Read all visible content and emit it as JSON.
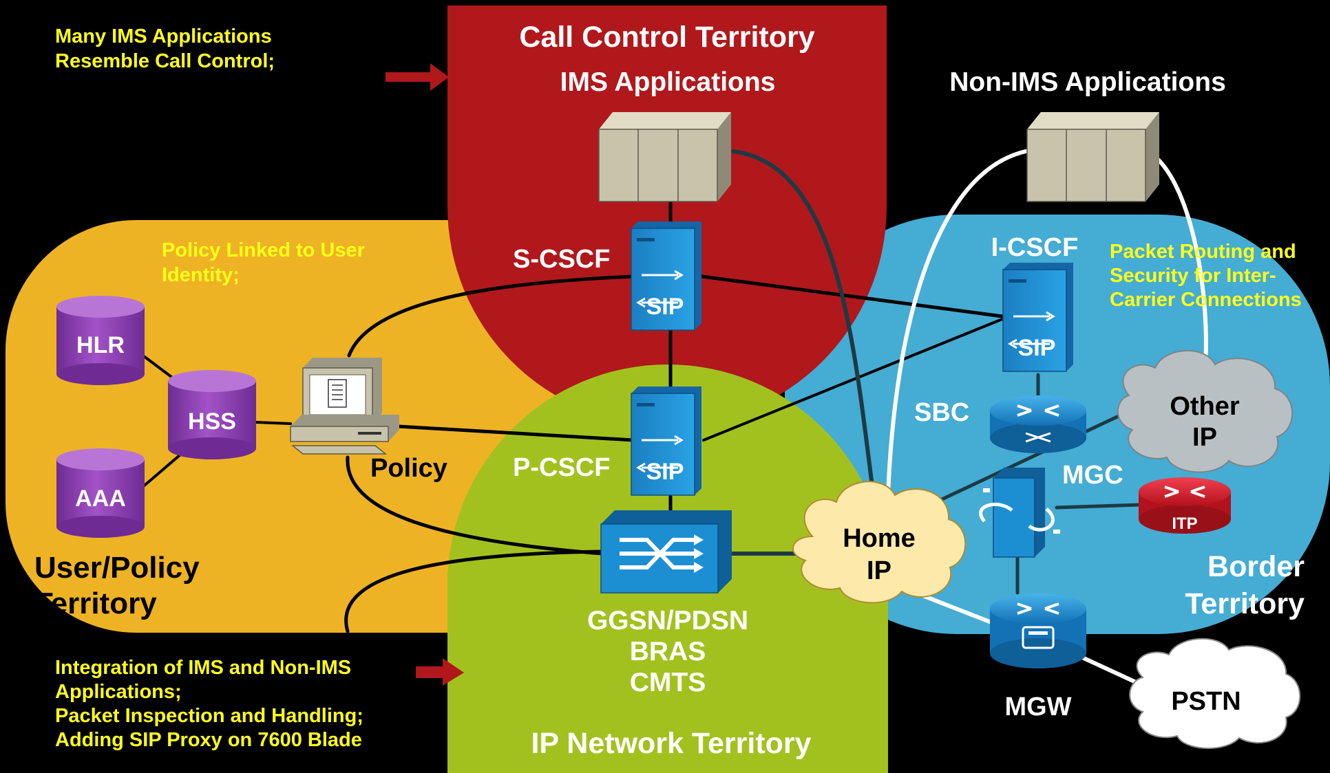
{
  "colors": {
    "background": "#000000",
    "call_control": "#b0181c",
    "user_policy": "#eeb324",
    "ip_network": "#a3c11e",
    "border": "#45acd4",
    "annotation_text": "#ffff1a",
    "server_rack": "#c8c3ab",
    "sip_server": "#1c8fd3",
    "database": "#8e3fb1",
    "home_ip_cloud": "#fde9a9",
    "other_ip_cloud": "#b9c0c3",
    "pstn_cloud": "#ffffff",
    "itp_router": "#d7202b"
  },
  "territories": {
    "call_control": "Call Control Territory",
    "user_policy": [
      "User/Policy",
      "Territory"
    ],
    "ip_network": "IP Network Territory",
    "border": [
      "Border",
      "Territory"
    ]
  },
  "annotations": {
    "top_left": [
      "Many IMS Applications",
      "Resemble Call Control;"
    ],
    "policy_identity": [
      "Policy Linked to User",
      "Identity;"
    ],
    "packet_routing": [
      "Packet Routing and",
      "Security for Inter-",
      "Carrier Connections"
    ],
    "bottom_left": [
      "Integration of IMS and Non-IMS",
      "Applications;",
      "Packet Inspection and Handling;",
      "Adding SIP Proxy on 7600 Blade"
    ]
  },
  "nodes": {
    "ims_applications": "IMS Applications",
    "non_ims_applications": "Non-IMS Applications",
    "s_cscf": "S-CSCF",
    "p_cscf": "P-CSCF",
    "i_cscf": "I-CSCF",
    "sip_badge": "SIP",
    "hlr": "HLR",
    "hss": "HSS",
    "aaa": "AAA",
    "policy": "Policy",
    "gateway": [
      "GGSN/PDSN",
      "BRAS",
      "CMTS"
    ],
    "sbc": "SBC",
    "mgc": "MGC",
    "itp": "ITP",
    "mgw": "MGW",
    "home_ip": [
      "Home",
      "IP"
    ],
    "other_ip": [
      "Other",
      "IP"
    ],
    "pstn": "PSTN"
  }
}
